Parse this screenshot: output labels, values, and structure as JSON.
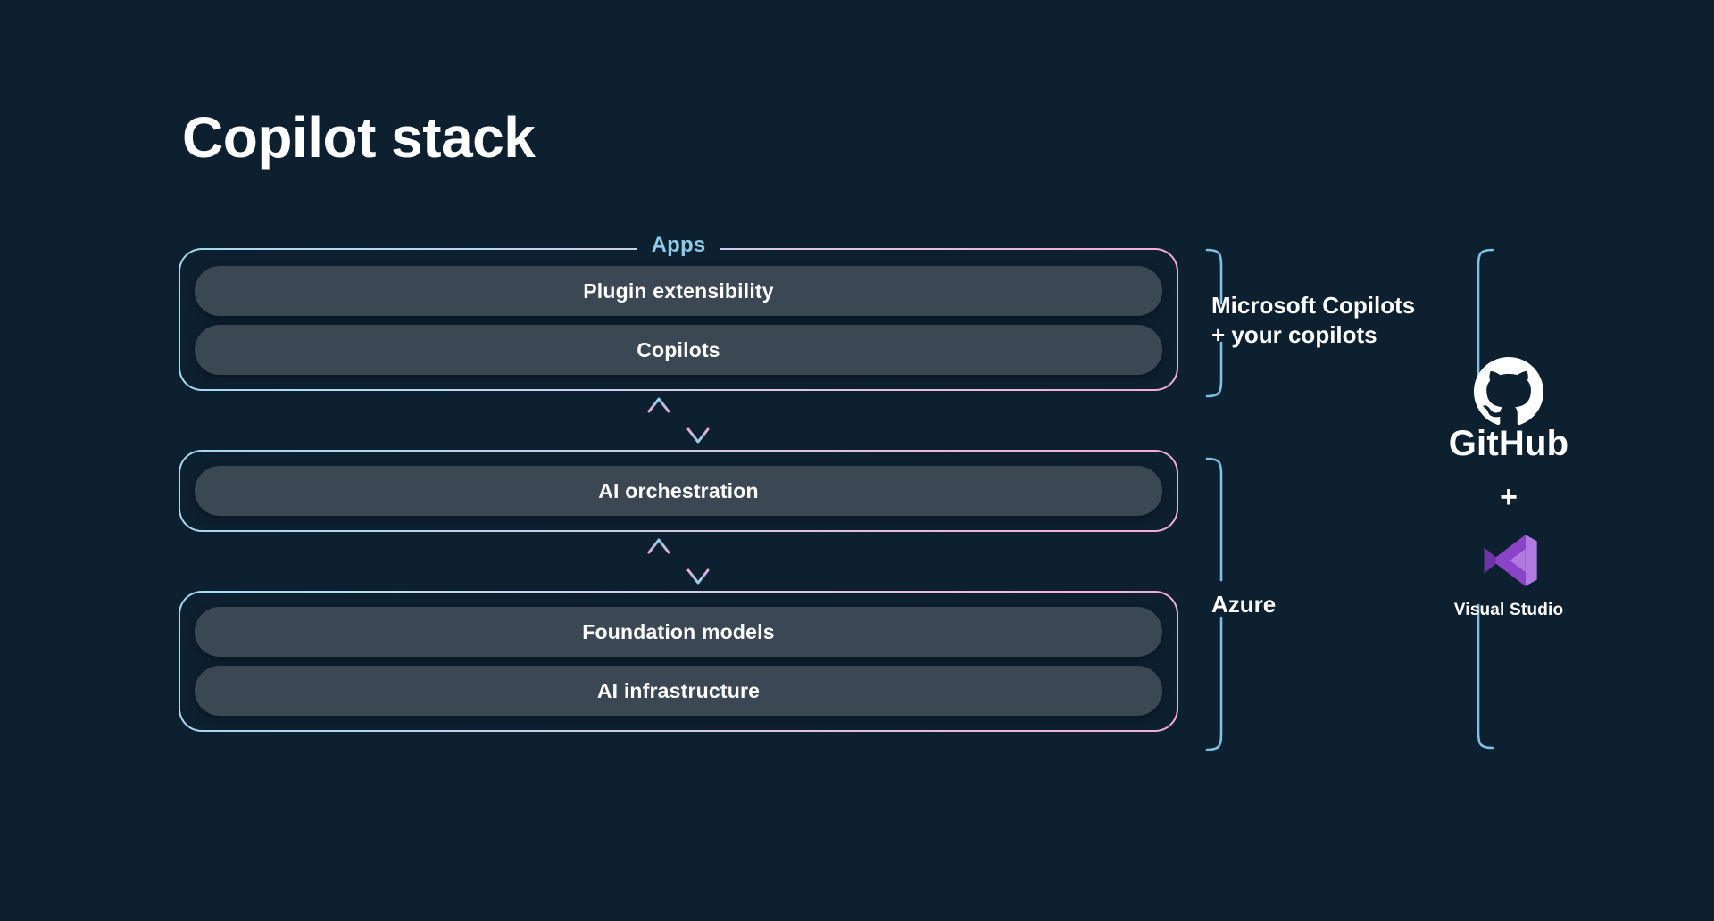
{
  "page": {
    "title": "Copilot stack",
    "background_color": "#0d2030"
  },
  "colors": {
    "background": "#0d2030",
    "pill_fill": "#3b4854",
    "border_gradient_start": "#a6d7f2",
    "border_gradient_end": "#f3aad6",
    "caption_blue": "#8fc9e8",
    "bracket_blue": "#7fc0e4",
    "text_white": "#ffffff",
    "vs_purple": "#9b4fd4"
  },
  "stack": {
    "groups": [
      {
        "id": "apps",
        "caption": "Apps",
        "has_caption": true,
        "rows": [
          {
            "id": "plugin-extensibility",
            "label": "Plugin extensibility"
          },
          {
            "id": "copilots",
            "label": "Copilots"
          }
        ]
      },
      {
        "id": "orchestration",
        "caption": "",
        "has_caption": false,
        "rows": [
          {
            "id": "ai-orchestration",
            "label": "AI orchestration"
          }
        ]
      },
      {
        "id": "foundation",
        "caption": "",
        "has_caption": false,
        "rows": [
          {
            "id": "foundation-models",
            "label": "Foundation models"
          },
          {
            "id": "ai-infrastructure",
            "label": "AI infrastructure"
          }
        ]
      }
    ],
    "connectors": [
      {
        "id": "connector-apps-orchestration",
        "up": "↑",
        "down": "↓"
      },
      {
        "id": "connector-orchestration-foundation",
        "up": "↑",
        "down": "↓"
      }
    ]
  },
  "annotations": {
    "copilots": {
      "line1": "Microsoft Copilots",
      "line2": "+ your copilots"
    },
    "azure": {
      "label": "Azure"
    }
  },
  "logos": {
    "github": {
      "icon": "github-icon",
      "caption": "GitHub"
    },
    "separator": "+",
    "visual_studio": {
      "icon": "visual-studio-icon",
      "caption": "Visual Studio"
    }
  }
}
